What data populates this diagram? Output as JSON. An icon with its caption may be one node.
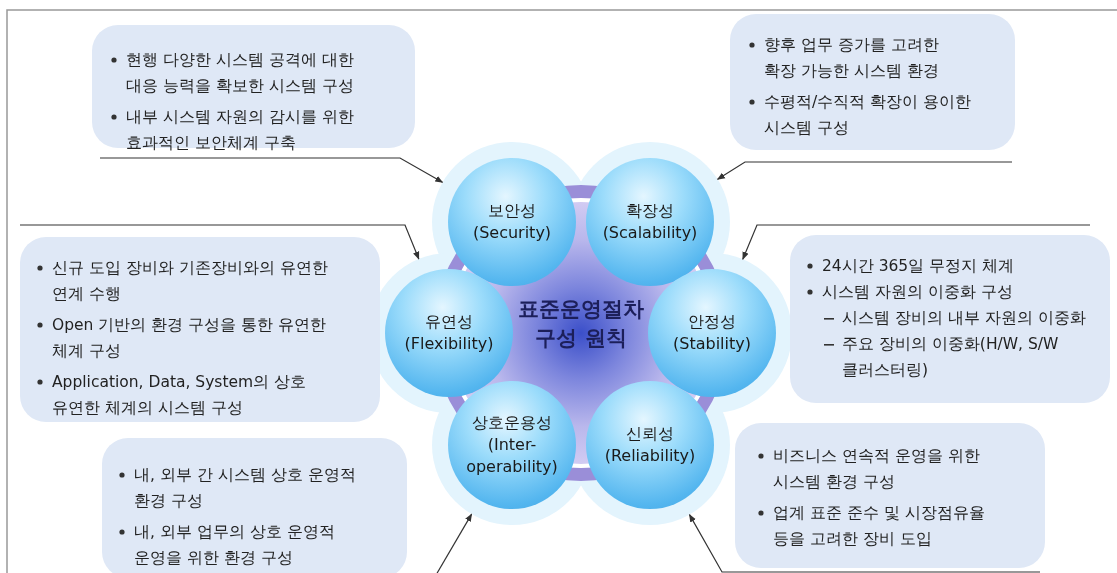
{
  "diagram": {
    "nodes": [
      {
        "text": [
          "표준운영절차 구성 원칙"
        ]
      },
      {
        "text": [
          "보안성 (Security)"
        ]
      },
      {
        "text": [
          "확장성 (Scalability)"
        ]
      },
      {
        "text": [
          "유연성 (Flexibility)"
        ]
      },
      {
        "text": [
          "안정성 (Stability)"
        ]
      },
      {
        "text": [
          "상호운용성 (Inter-operability)"
        ]
      },
      {
        "text": [
          "신뢰성 (Reliability)"
        ]
      },
      {
        "text": [
          "현행 다양한 시스템 공격에 대한 대응 능력을 확보한 시스템 구성",
          "내부 시스템 자원의 감시를 위한 효과적인 보안체계 구축"
        ]
      },
      {
        "text": [
          "향후 업무 증가를 고려한 확장 가능한 시스템 환경",
          "수평적/수직적 확장이 용이한 시스템 구성"
        ]
      },
      {
        "text": [
          "신규 도입 장비와 기존장비와의 유연한 연계 수행",
          "Open 기반의 환경 구성을 통한 유연한 체계 구성",
          "Application, Data, System의 상호 유연한 체계의 시스템 구성"
        ]
      },
      {
        "text": [
          "24시간 365일 무정지 체계",
          "시스템 자원의 이중화 구성",
          "시스템 장비의 내부 자원의 이중화",
          "주요 장비의 이중화(H/W, S/W 클러스터링)"
        ]
      },
      {
        "text": [
          "내, 외부 간 시스템 상호 운영적 환경 구성",
          "내, 외부 업무의 상호 운영적 운영을 위한 환경 구성"
        ]
      },
      {
        "text": [
          "비즈니스 연속적 운영을 위한 시스템 환경 구성",
          "업계 표준 준수 및 시장점유율 등을 고려한 장비 도입"
        ]
      }
    ],
    "edges": [
      {
        "from": 7,
        "to": 1,
        "arrow": "to"
      },
      {
        "from": 8,
        "to": 2,
        "arrow": "to"
      },
      {
        "from": 9,
        "to": 3,
        "arrow": "to"
      },
      {
        "from": 10,
        "to": 4,
        "arrow": "to"
      },
      {
        "from": 11,
        "to": 5,
        "arrow": "to"
      },
      {
        "from": 12,
        "to": 6,
        "arrow": "to"
      }
    ]
  }
}
